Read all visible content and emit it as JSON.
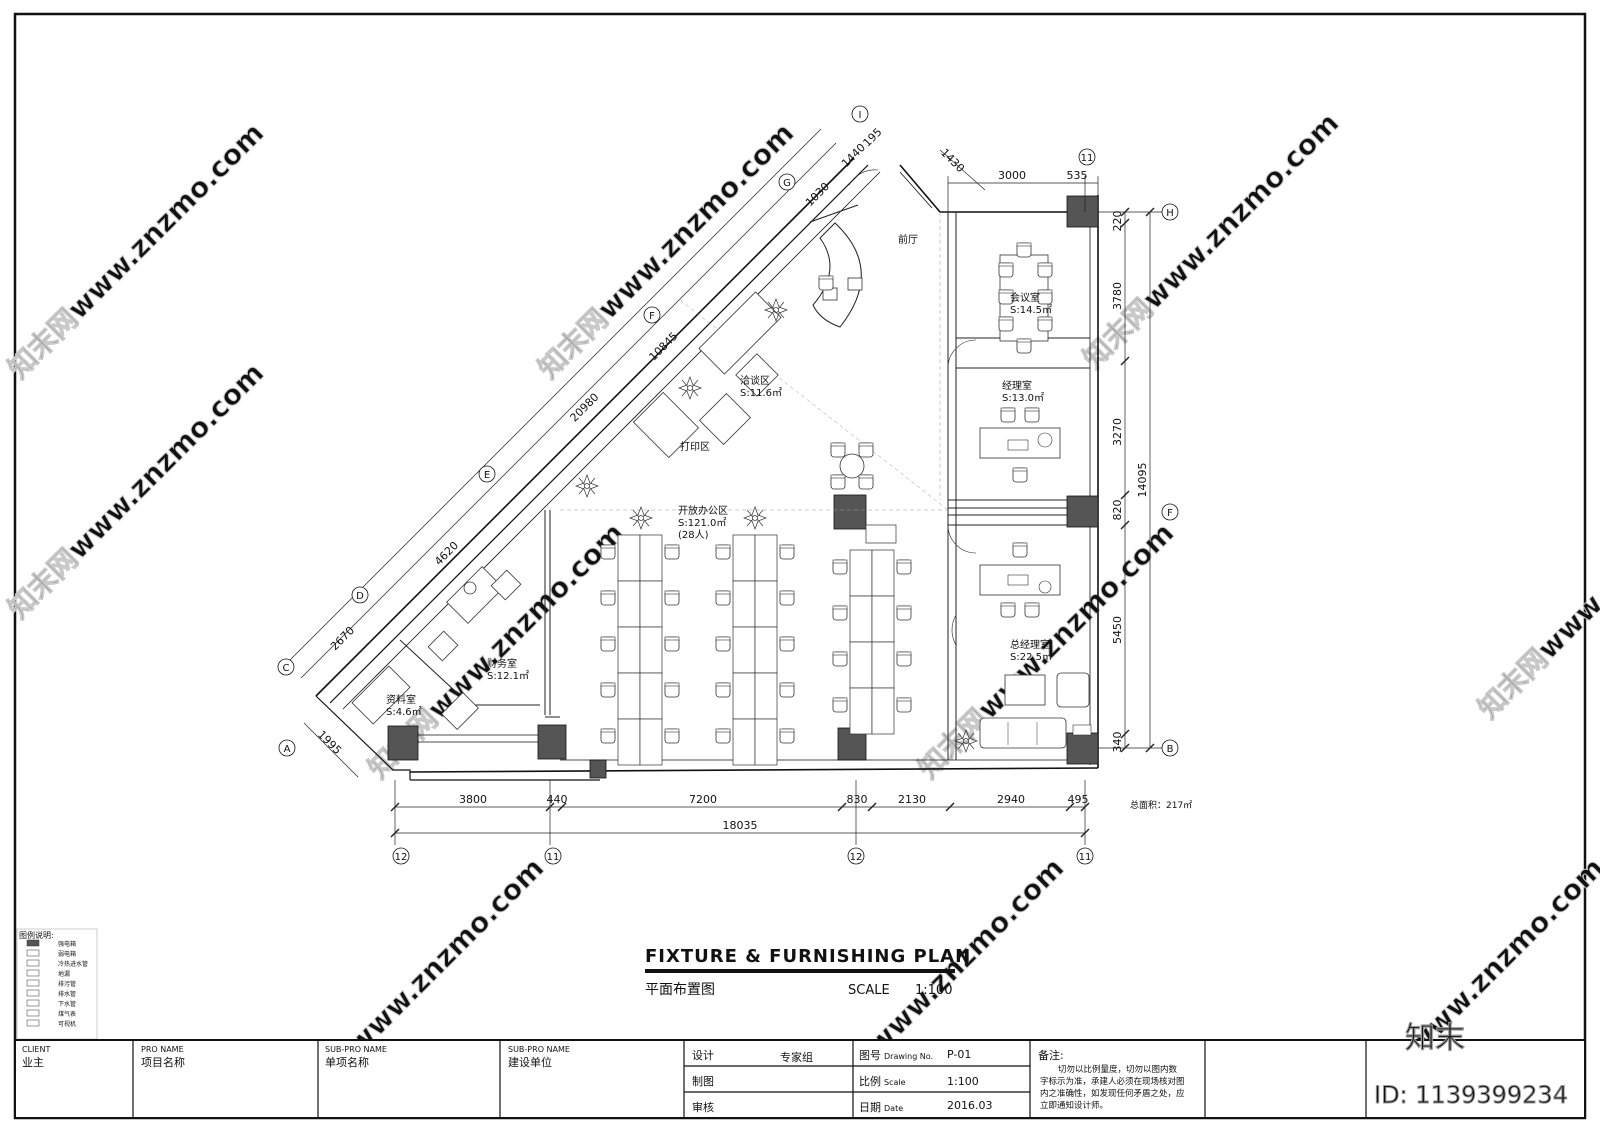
{
  "title": {
    "en": "FIXTURE & FURNISHING   PLAN",
    "cn": "平面布置图",
    "scale_label": "SCALE",
    "scale_value": "1:100"
  },
  "rooms": {
    "lobby": "前厅",
    "meeting_name": "会议室",
    "meeting_area": "S:14.5㎡",
    "manager_name": "经理室",
    "manager_area": "S:13.0㎡",
    "gm_name": "总经理室",
    "gm_area": "S:22.5㎡",
    "nego_name": "洽谈区",
    "nego_area": "S:11.6㎡",
    "print": "打印区",
    "open_name": "开放办公区",
    "open_area": "S:121.0㎡",
    "open_count": "(28人)",
    "finance_name": "财务室",
    "finance_area": "S:12.1㎡",
    "archive_name": "资料室",
    "archive_area": "S:4.6㎡"
  },
  "dims": {
    "bottom": [
      "3800",
      "440",
      "7200",
      "830",
      "2130",
      "2940",
      "495"
    ],
    "bottom_total": "18035",
    "right": [
      "220",
      "3780",
      "3270",
      "820",
      "5450",
      "340"
    ],
    "right_total": "14095",
    "top": [
      "1430",
      "3000",
      "535"
    ],
    "diag_outer": [
      "1995",
      "2670",
      "4620",
      "10845",
      "1030",
      "1440",
      "195"
    ],
    "diag_total": "20980",
    "total_area": "总面积：217㎡"
  },
  "axes": {
    "bottom": [
      "12",
      "11",
      "12",
      "11"
    ],
    "right": [
      "H",
      "F",
      "B"
    ],
    "top": [
      "11"
    ],
    "diag": [
      "A",
      "C",
      "D",
      "E",
      "F",
      "G",
      "I"
    ]
  },
  "legend": {
    "title": "图例说明:",
    "items": [
      "强电箱",
      "弱电箱",
      "冷热进水管",
      "地漏",
      "排污管",
      "排水管",
      "下水管",
      "煤气表",
      "可视机"
    ]
  },
  "titleblock": {
    "client_label": "CLIENT",
    "client_value": "业主",
    "pro_label": "PRO NAME",
    "pro_value": "项目名称",
    "subpro_label": "SUB-PRO NAME",
    "subpro_value": "单项名称",
    "subpro2_label": "SUB-PRO NAME",
    "subpro2_value": "建设单位",
    "design_label": "设计",
    "design_value": "专家组",
    "draw_label": "制图",
    "check_label": "审核",
    "dwgno_label": "图号",
    "dwgno_en": "Drawing No.",
    "dwgno_value": "P-01",
    "scale_label": "比例",
    "scale_en": "Scale",
    "scale_value": "1:100",
    "date_label": "日期",
    "date_en": "Date",
    "date_value": "2016.03",
    "notes_label": "备注:",
    "notes_lines": [
      "切勿以比例量度，切勿以图内数",
      "字标示为准，承建人必须在现场核对图",
      "内之准确性，如发现任何矛盾之处，应",
      "立即通知设计师。"
    ]
  },
  "watermark": {
    "text": "知末网www.znzmo.com",
    "brand": "知末",
    "id": "ID: 1139399234"
  }
}
